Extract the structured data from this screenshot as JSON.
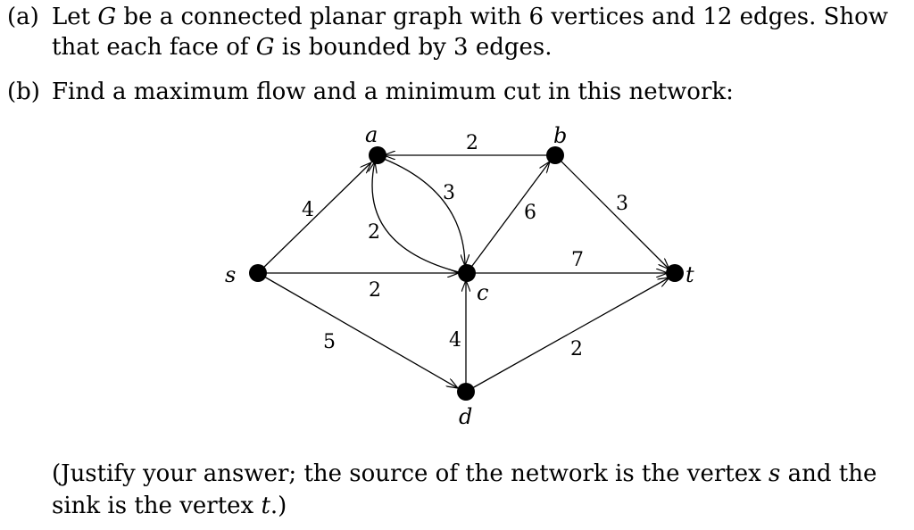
{
  "part_a": {
    "label": "(a)",
    "line1": {
      "t1": "Let ",
      "G": "G",
      "t2": " be a connected planar graph with 6 vertices and 12 edges. Show"
    },
    "line2": {
      "t1": "that each face of ",
      "G": "G",
      "t2": " is bounded by 3 edges."
    }
  },
  "part_b": {
    "label": "(b)",
    "text": "Find a maximum flow and a minimum cut in this network:"
  },
  "graph": {
    "vertices": {
      "s": "s",
      "a": "a",
      "b": "b",
      "c": "c",
      "d": "d",
      "t": "t"
    },
    "weights": {
      "b_a": "2",
      "s_a": "4",
      "a_c": "3",
      "c_a": "2",
      "c_b": "6",
      "b_t": "3",
      "c_t": "7",
      "s_c": "2",
      "s_d": "5",
      "d_c": "4",
      "d_t": "2"
    }
  },
  "footer": {
    "line1": {
      "t1": "(Justify your answer; the source of the network is the vertex ",
      "s": "s",
      "t2": " and the"
    },
    "line2": {
      "t1": "sink is the vertex ",
      "t": "t",
      "t2": ".)"
    }
  }
}
